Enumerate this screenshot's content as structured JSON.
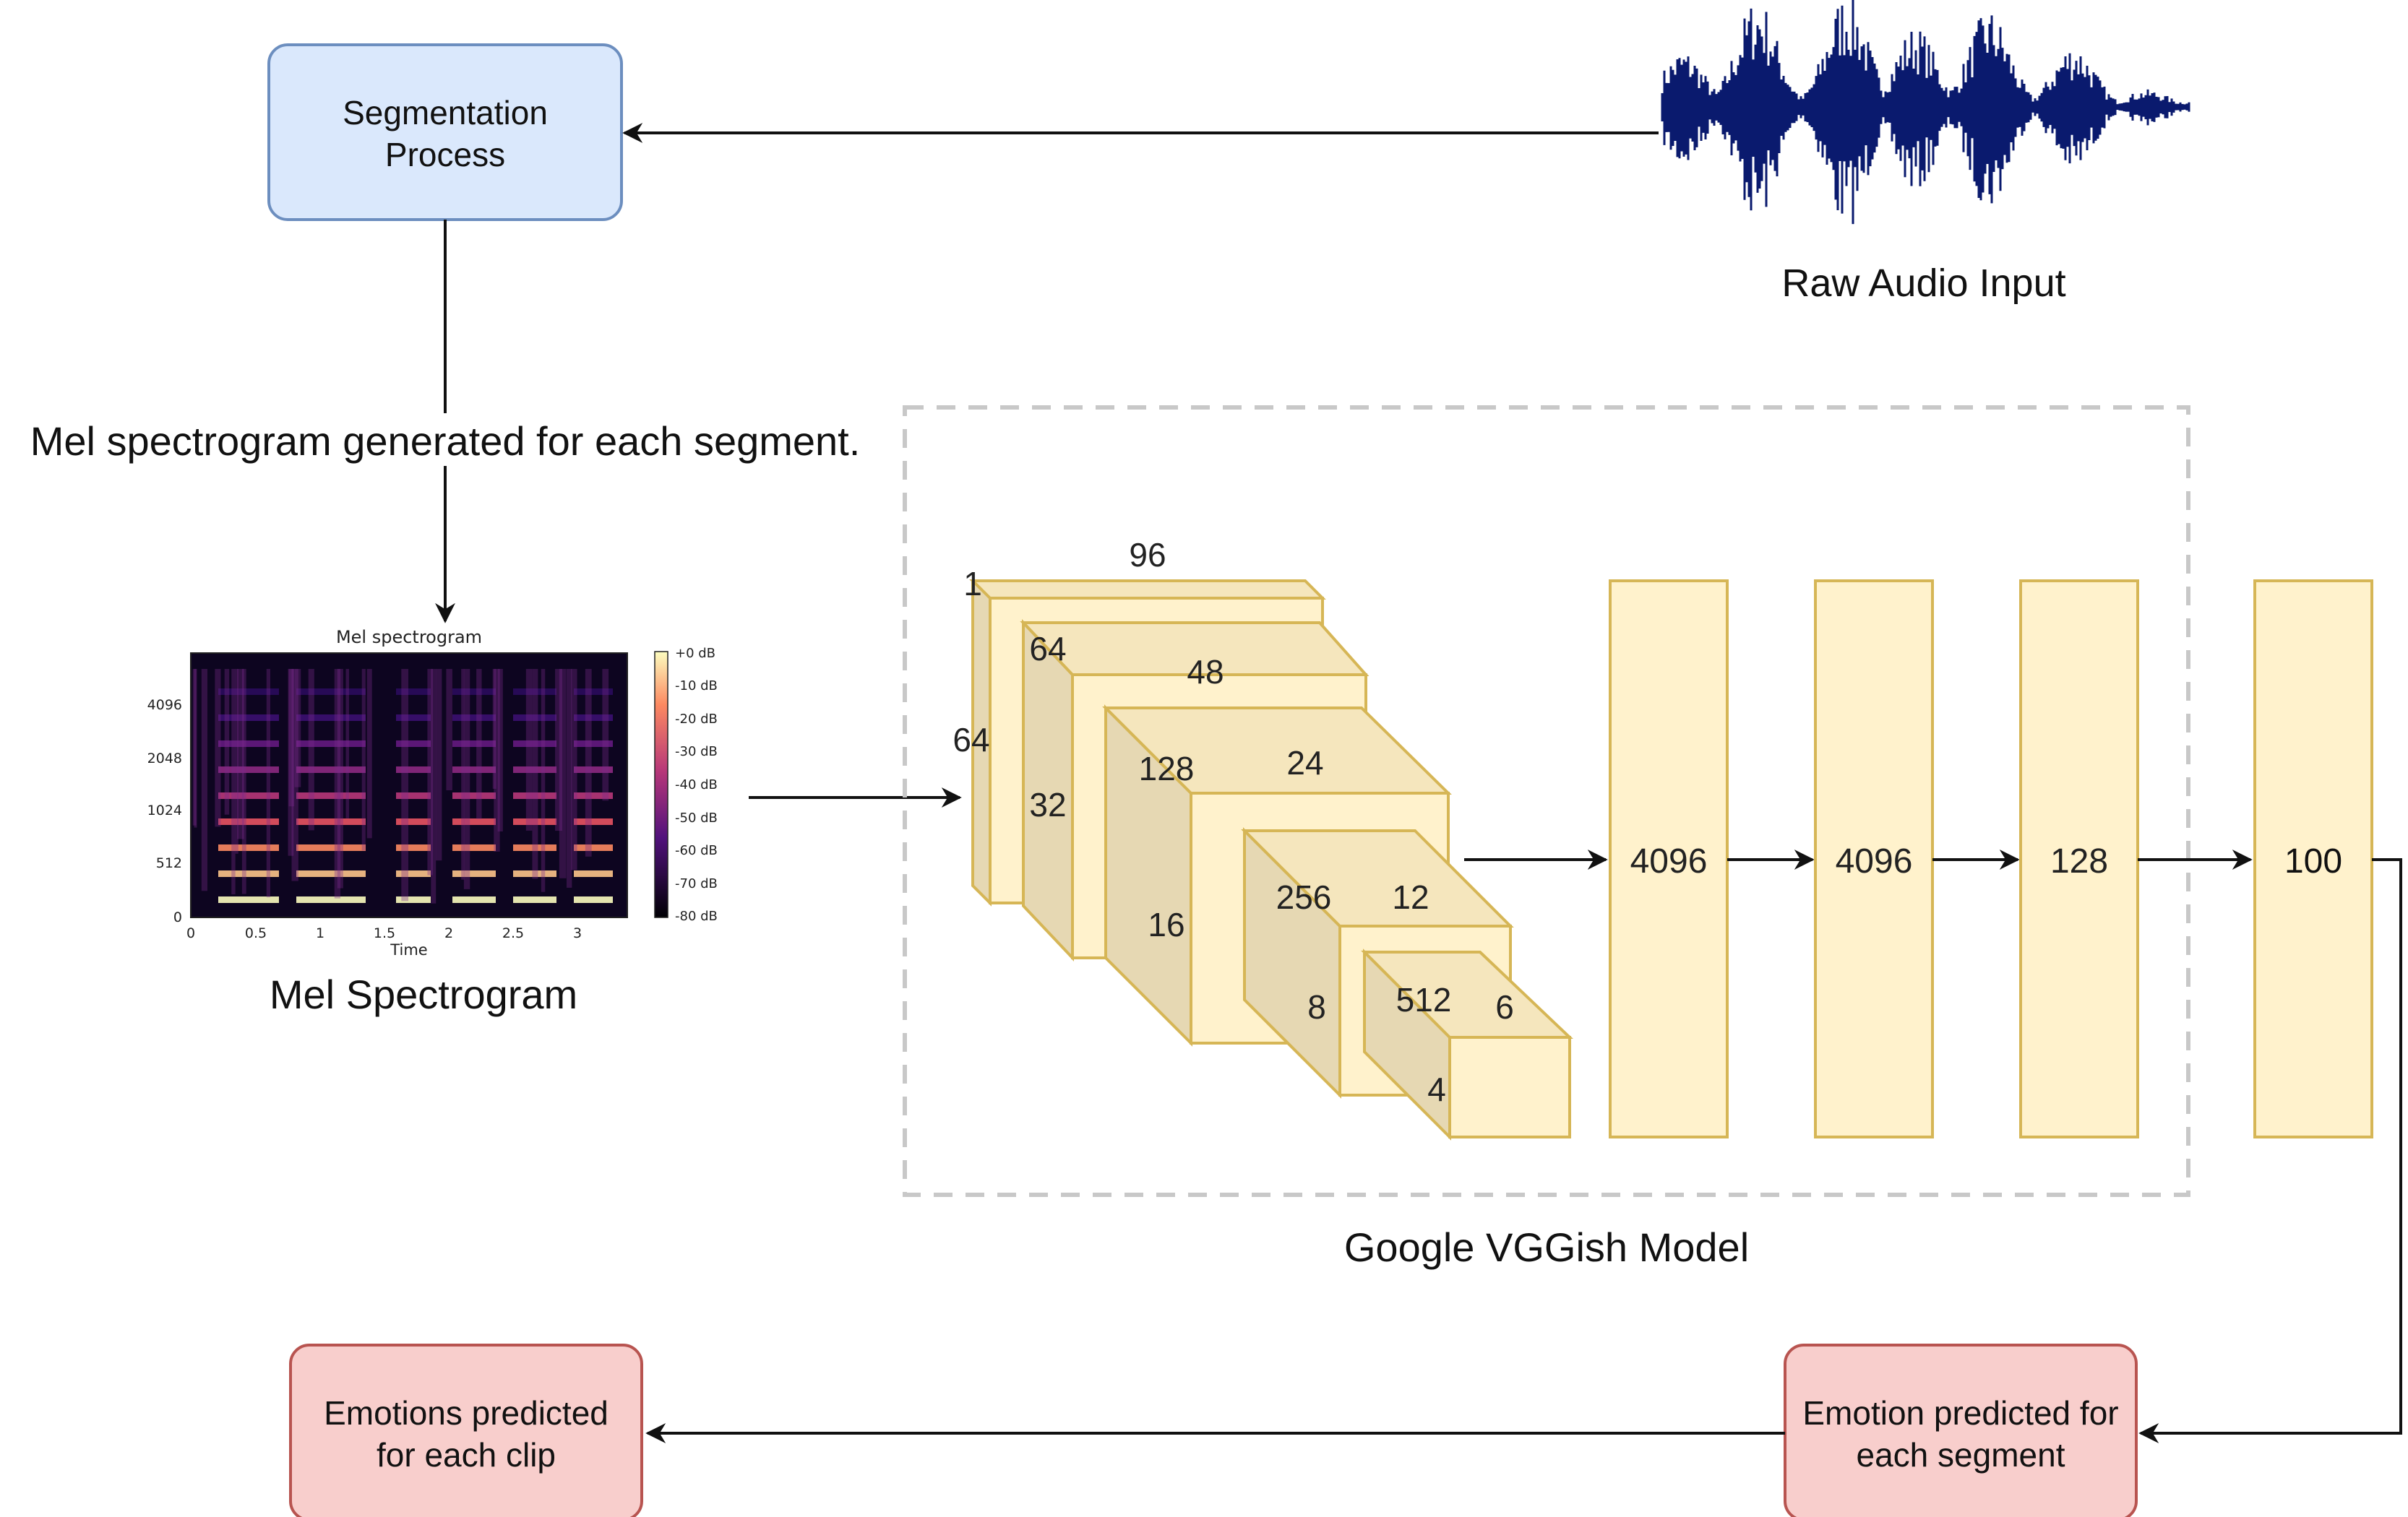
{
  "colors": {
    "segmentation_fill": "#dae8fc",
    "segmentation_stroke": "#6c8ebf",
    "prediction_fill": "#f8cecc",
    "prediction_stroke": "#b85450",
    "layer_front": "#fff2cc",
    "layer_top": "#f5e6bd",
    "layer_side": "#e6d8b3",
    "layer_stroke": "#d6b656",
    "waveform": "#0a1a6e",
    "model_border": "#c8c8c8",
    "arrow": "#111111"
  },
  "segmentation": {
    "line1": "Segmentation",
    "line2": "Process"
  },
  "raw_audio": {
    "label": "Raw Audio Input"
  },
  "mel_caption": "Mel spectrogram generated for each segment.",
  "spectrogram": {
    "title": "Mel spectrogram",
    "caption": "Mel Spectrogram",
    "x_label": "Time",
    "y_ticks": [
      "4096",
      "2048",
      "1024",
      "512",
      "0"
    ],
    "x_ticks": [
      "0",
      "0.5",
      "1",
      "1.5",
      "2",
      "2.5",
      "3"
    ],
    "colorbar_ticks": [
      "+0 dB",
      "-10 dB",
      "-20 dB",
      "-30 dB",
      "-40 dB",
      "-50 dB",
      "-60 dB",
      "-70 dB",
      "-80 dB"
    ]
  },
  "model": {
    "title": "Google VGGish Model",
    "conv_labels": {
      "c1_depth": "1",
      "c1_width": "96",
      "c1_height": "64",
      "c2_depth": "64",
      "c2_width": "48",
      "c2_height": "32",
      "c3_depth": "128",
      "c3_width": "24",
      "c3_height": "16",
      "c4_depth": "256",
      "c4_width": "12",
      "c4_height": "8",
      "c5_depth": "512",
      "c5_width": "6",
      "c5_height": "4"
    },
    "dense_layers": [
      "4096",
      "4096",
      "128"
    ],
    "output_layer": "100"
  },
  "emotion_segment": {
    "line1": "Emotion predicted for",
    "line2": "each segment"
  },
  "emotion_clip": {
    "line1": "Emotions predicted",
    "line2": "for each clip"
  }
}
